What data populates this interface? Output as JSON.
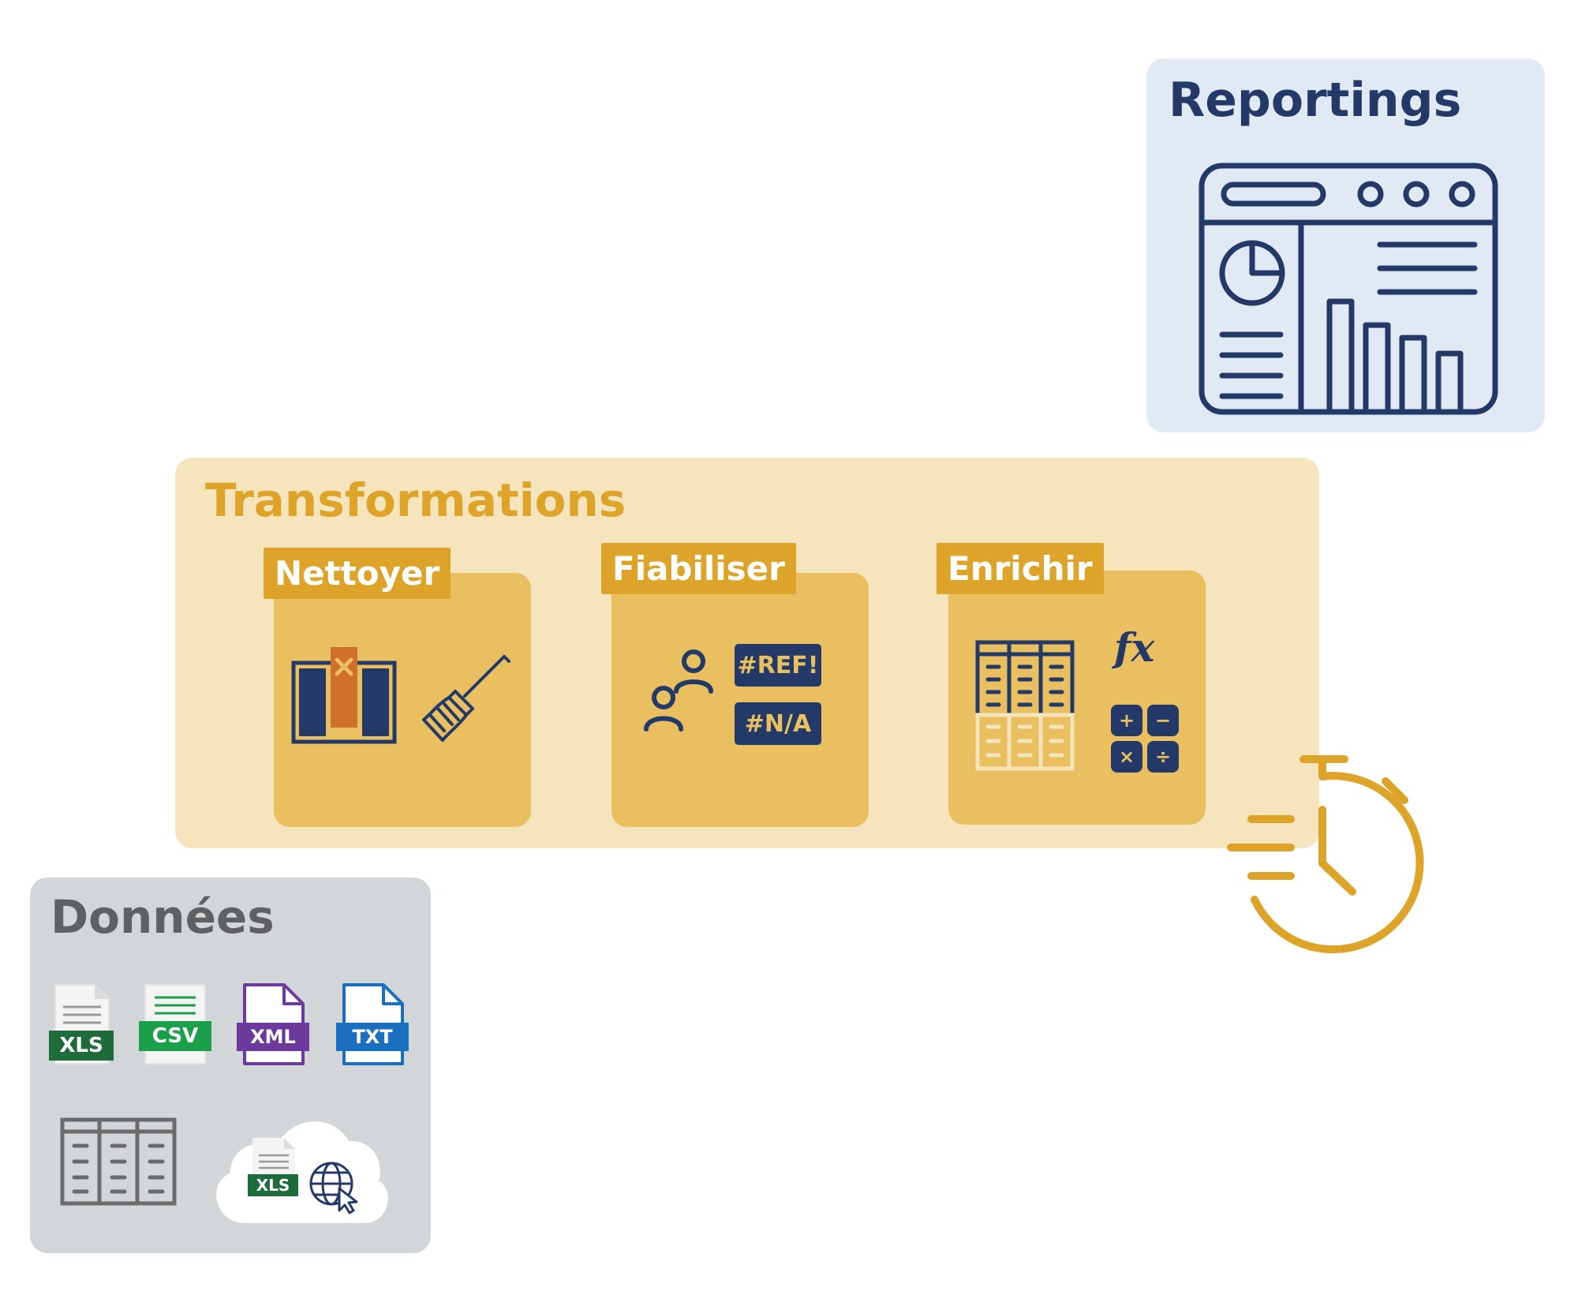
{
  "reportings": {
    "title": "Reportings"
  },
  "transformations": {
    "title": "Transformations",
    "cards": [
      {
        "label": "Nettoyer"
      },
      {
        "label": "Fiabiliser",
        "errors": [
          "#REF!",
          "#N/A"
        ]
      },
      {
        "label": "Enrichir",
        "formula": "fx",
        "ops": [
          "+",
          "−",
          "×",
          "÷"
        ]
      }
    ]
  },
  "donnees": {
    "title": "Données",
    "files": [
      "XLS",
      "CSV",
      "XML",
      "TXT"
    ],
    "cloud_file": "XLS"
  },
  "colors": {
    "navy": "#233a68",
    "gold": "#dea429",
    "orange": "#cf6f2a",
    "grey": "#5f6062",
    "green": "#1f6b3c",
    "csv_green": "#1a9f4a",
    "purple": "#6b3a9c",
    "blue": "#1a6fc0"
  }
}
